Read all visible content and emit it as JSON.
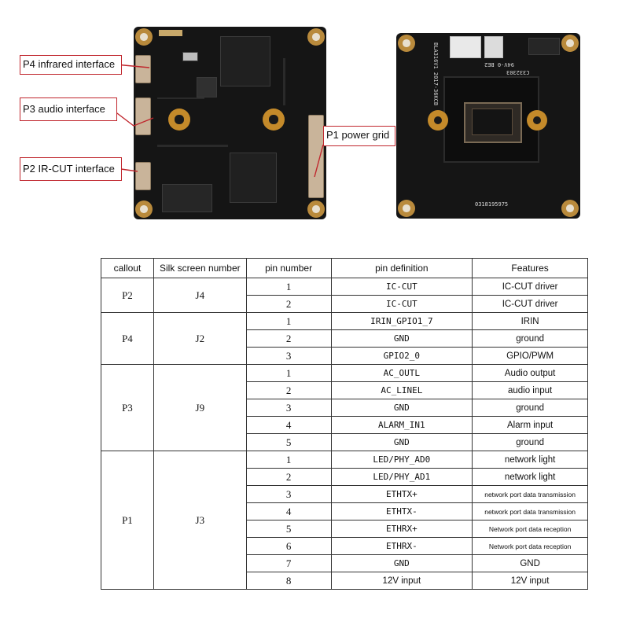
{
  "callouts": {
    "p4": "P4 infrared interface",
    "p3": "P3 audio interface",
    "p2": "P2 IR-CUT interface",
    "p1": "P1 power grid"
  },
  "board_silk": {
    "right_top": "BLA316V1 2017-36KCB",
    "right_mid": "94V-0 BE2",
    "right_code": "C332303",
    "right_bottom": "0318195975"
  },
  "table": {
    "headers": [
      "callout",
      "Silk screen number",
      "pin number",
      "pin definition",
      "Features"
    ],
    "groups": [
      {
        "callout": "P2",
        "silk": "J4",
        "rows": [
          {
            "pin": "1",
            "definition": "IC-CUT",
            "feature": "IC-CUT driver"
          },
          {
            "pin": "2",
            "definition": "IC-CUT",
            "feature": "IC-CUT driver"
          }
        ]
      },
      {
        "callout": "P4",
        "silk": "J2",
        "rows": [
          {
            "pin": "1",
            "definition": "IRIN_GPIO1_7",
            "feature": "IRIN"
          },
          {
            "pin": "2",
            "definition": "GND",
            "feature": "ground"
          },
          {
            "pin": "3",
            "definition": "GPIO2_0",
            "feature": "GPIO/PWM"
          }
        ]
      },
      {
        "callout": "P3",
        "silk": "J9",
        "rows": [
          {
            "pin": "1",
            "definition": "AC_OUTL",
            "feature": "Audio output"
          },
          {
            "pin": "2",
            "definition": "AC_LINEL",
            "feature": "audio input"
          },
          {
            "pin": "3",
            "definition": "GND",
            "feature": "ground"
          },
          {
            "pin": "4",
            "definition": "ALARM_IN1",
            "feature": "Alarm input"
          },
          {
            "pin": "5",
            "definition": "GND",
            "feature": "ground"
          }
        ]
      },
      {
        "callout": "P1",
        "silk": "J3",
        "rows": [
          {
            "pin": "1",
            "definition": "LED/PHY_AD0",
            "feature": "network light"
          },
          {
            "pin": "2",
            "definition": "LED/PHY_AD1",
            "feature": "network light"
          },
          {
            "pin": "3",
            "definition": "ETHTX+",
            "feature": "network port data transmission"
          },
          {
            "pin": "4",
            "definition": "ETHTX-",
            "feature": "network port data transmission"
          },
          {
            "pin": "5",
            "definition": "ETHRX+",
            "feature": "Network port data reception"
          },
          {
            "pin": "6",
            "definition": "ETHRX-",
            "feature": "Network port data reception"
          },
          {
            "pin": "7",
            "definition": "GND",
            "feature": "GND"
          },
          {
            "pin": "8",
            "definition": "12V input",
            "feature": "12V input"
          }
        ]
      }
    ]
  },
  "colors": {
    "callout_border": "#c0262d",
    "board": "#151515",
    "pad": "#c48a2a"
  }
}
